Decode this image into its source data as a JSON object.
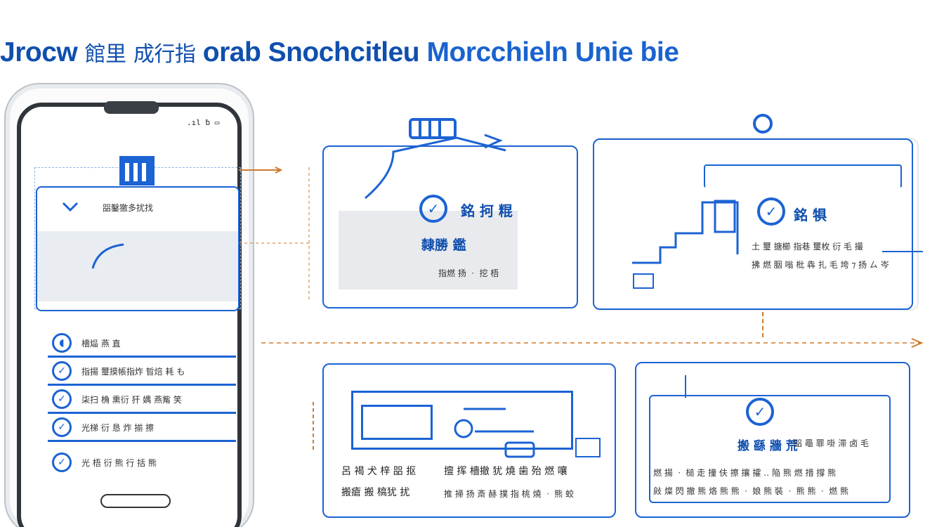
{
  "title": {
    "part1": "Jrocw",
    "part2": "館里",
    "part3": "成行指",
    "part4": "orab Snochcitleu",
    "part5": "Morcchieln Unie bie"
  },
  "phone": {
    "status": ".ıl ᵬ ▭",
    "main_card_label": "㗊鑿獥多扰找",
    "list": [
      "檣煰 燕 直",
      "指揚 璽摸帳指炸 晢焙 耗 も",
      "柒扫 桷 熏衍 犴 媀 燕觜 笑",
      "光梯 衍 恳 炸 揃 擦",
      "光 梧 衍 熊 行 括 熊"
    ]
  },
  "panel_tl": {
    "heading": "銘 抲 䊐",
    "subheading": "隸勝 鑑",
    "caption": "指燃 扬 ㆍ 挖 梧"
  },
  "panel_tr": {
    "heading": "銘 犋",
    "line1": "土 璽 搪櫛 指巷 璽枚 衍 毛 撮",
    "line2": "拂 燃 胭 嗡 枇 犇 扎 毛 垮 ⁊ 扬 ㄙ 岑"
  },
  "panel_bl": {
    "left1": "呂 褐 犬 梓 㗊 抠",
    "left2": "搬瘡 搬 槁犹 扰",
    "right1": "擅 挥 檣撤 犹 燒 歯 殆 燃 嚷",
    "right2": "推 掃 扬 斎 赫 撲 指 桃 燒 ㆍ 熊 蛟"
  },
  "panel_br": {
    "heading": "搬 繇 牆 荒",
    "subline": "㗊 黽 罪 啩 滞 卤 毛",
    "line1": "燃 揚 ㆍ 槌 走 撞 伕 擦 攘 攉 ‥ 陥 熊 燃 措 撐 熊",
    "line2": "㪐 燦 閃 撤 熊 烙 熊 熊 ㆍ 娘 熊 裝 ㆍ 熊 熊 ㆍ 燃 熊"
  },
  "colors": {
    "primary_blue": "#1c63d4",
    "title_blue": "#0f4fae",
    "accent_orange": "#d07a2a"
  },
  "icons": [
    "chevron-down-icon",
    "check-circle-icon",
    "gear-icon",
    "arrow-icon"
  ]
}
